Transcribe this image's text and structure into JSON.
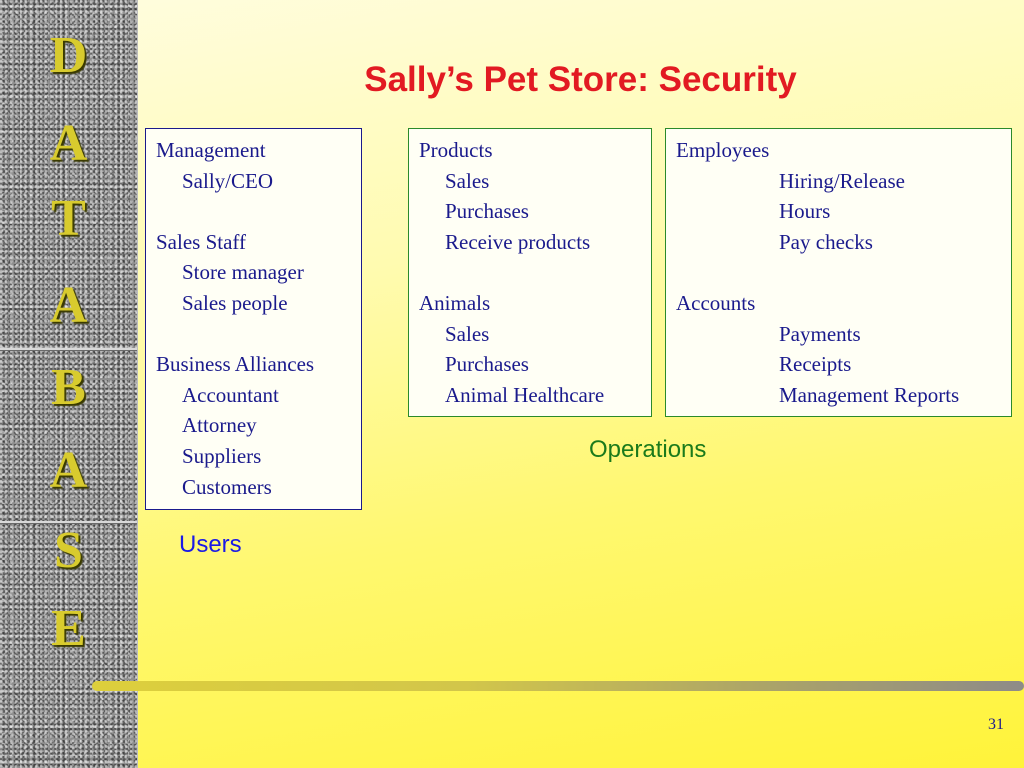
{
  "slide": {
    "title": "Sally’s Pet Store: Security",
    "page_number": "31"
  },
  "sidebar": {
    "letters": [
      "D",
      "A",
      "T",
      "A",
      "B",
      "A",
      "S",
      "E"
    ]
  },
  "users": {
    "caption": "Users",
    "groups": [
      {
        "heading": "Management",
        "items": [
          "Sally/CEO"
        ]
      },
      {
        "heading": "Sales Staff",
        "items": [
          "Store manager",
          "Sales people"
        ]
      },
      {
        "heading": "Business Alliances",
        "items": [
          "Accountant",
          "Attorney",
          "Suppliers",
          "Customers"
        ]
      }
    ]
  },
  "operations": {
    "caption": "Operations",
    "products": {
      "heading": "Products",
      "items": [
        "Sales",
        "Purchases",
        "Receive products"
      ]
    },
    "animals": {
      "heading": "Animals",
      "items": [
        "Sales",
        "Purchases",
        "Animal Healthcare"
      ]
    },
    "employees": {
      "heading": "Employees",
      "items": [
        "Hiring/Release",
        "Hours",
        "Pay checks"
      ]
    },
    "accounts": {
      "heading": "Accounts",
      "items": [
        "Payments",
        "Receipts",
        "Management Reports"
      ]
    }
  }
}
